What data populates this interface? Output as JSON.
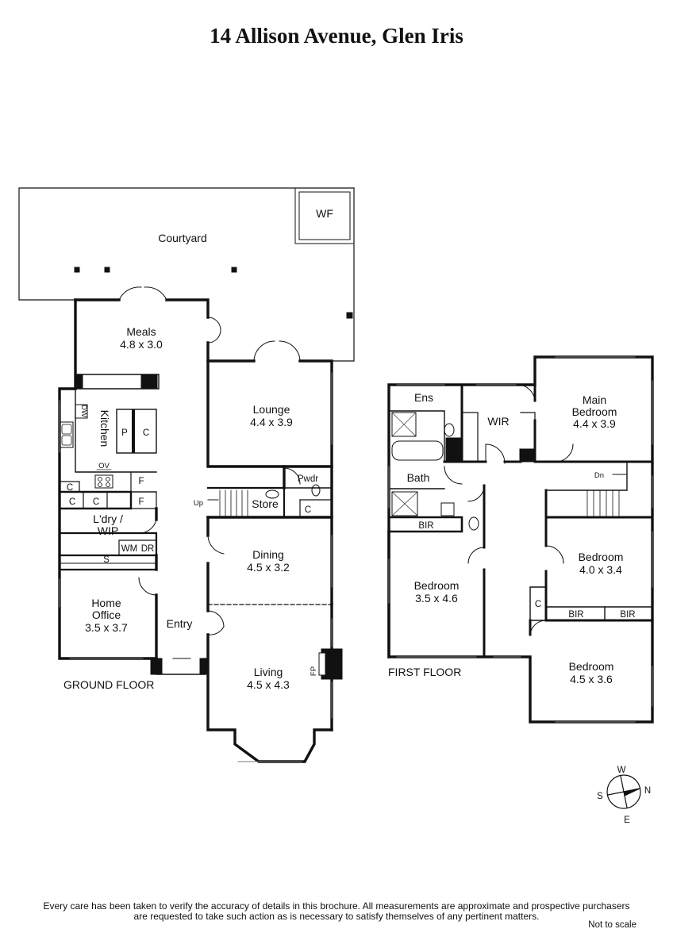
{
  "title": "14 Allison Avenue, Glen Iris",
  "ground_floor": {
    "label": "GROUND FLOOR",
    "rooms": {
      "courtyard": "Courtyard",
      "wf": "WF",
      "meals": {
        "name": "Meals",
        "size": "4.8 x 3.0"
      },
      "lounge": {
        "name": "Lounge",
        "size": "4.4 x 3.9"
      },
      "kitchen": "Kitchen",
      "pantry": "P",
      "cupboard": "C",
      "fridge": "F",
      "dishwasher": "DW",
      "oven": "OV",
      "pwdr": "Pwdr",
      "store": "Store",
      "up": "Up",
      "laundry": "L'dry /",
      "laundry2": "WIP",
      "wm": "WM",
      "dr": "DR",
      "shelf": "S",
      "dining": {
        "name": "Dining",
        "size": "4.5 x 3.2"
      },
      "home_office": {
        "name": "Home",
        "name2": "Office",
        "size": "3.5 x 3.7"
      },
      "entry": "Entry",
      "living": {
        "name": "Living",
        "size": "4.5 x 4.3"
      },
      "fireplace": "FP"
    }
  },
  "first_floor": {
    "label": "FIRST FLOOR",
    "rooms": {
      "ens": "Ens",
      "wir": "WIR",
      "main_bedroom": {
        "name": "Main",
        "name2": "Bedroom",
        "size": "4.4 x 3.9"
      },
      "bath": "Bath",
      "bir": "BIR",
      "dn": "Dn",
      "cupboard": "C",
      "bedroom_a": {
        "name": "Bedroom",
        "size": "3.5 x 4.6"
      },
      "bedroom_b": {
        "name": "Bedroom",
        "size": "4.0 x 3.4"
      },
      "bedroom_c": {
        "name": "Bedroom",
        "size": "4.5 x 3.6"
      }
    }
  },
  "compass": {
    "north": "N",
    "south": "S",
    "east": "E",
    "west": "W"
  },
  "disclaimer": {
    "line1": "Every care has been taken to verify the accuracy of details in this brochure.  All measurements are approximate and prospective purchasers",
    "line2": "are requested to take such action as is necessary to satisfy themselves of any pertinent matters."
  },
  "not_to_scale": "Not to scale"
}
